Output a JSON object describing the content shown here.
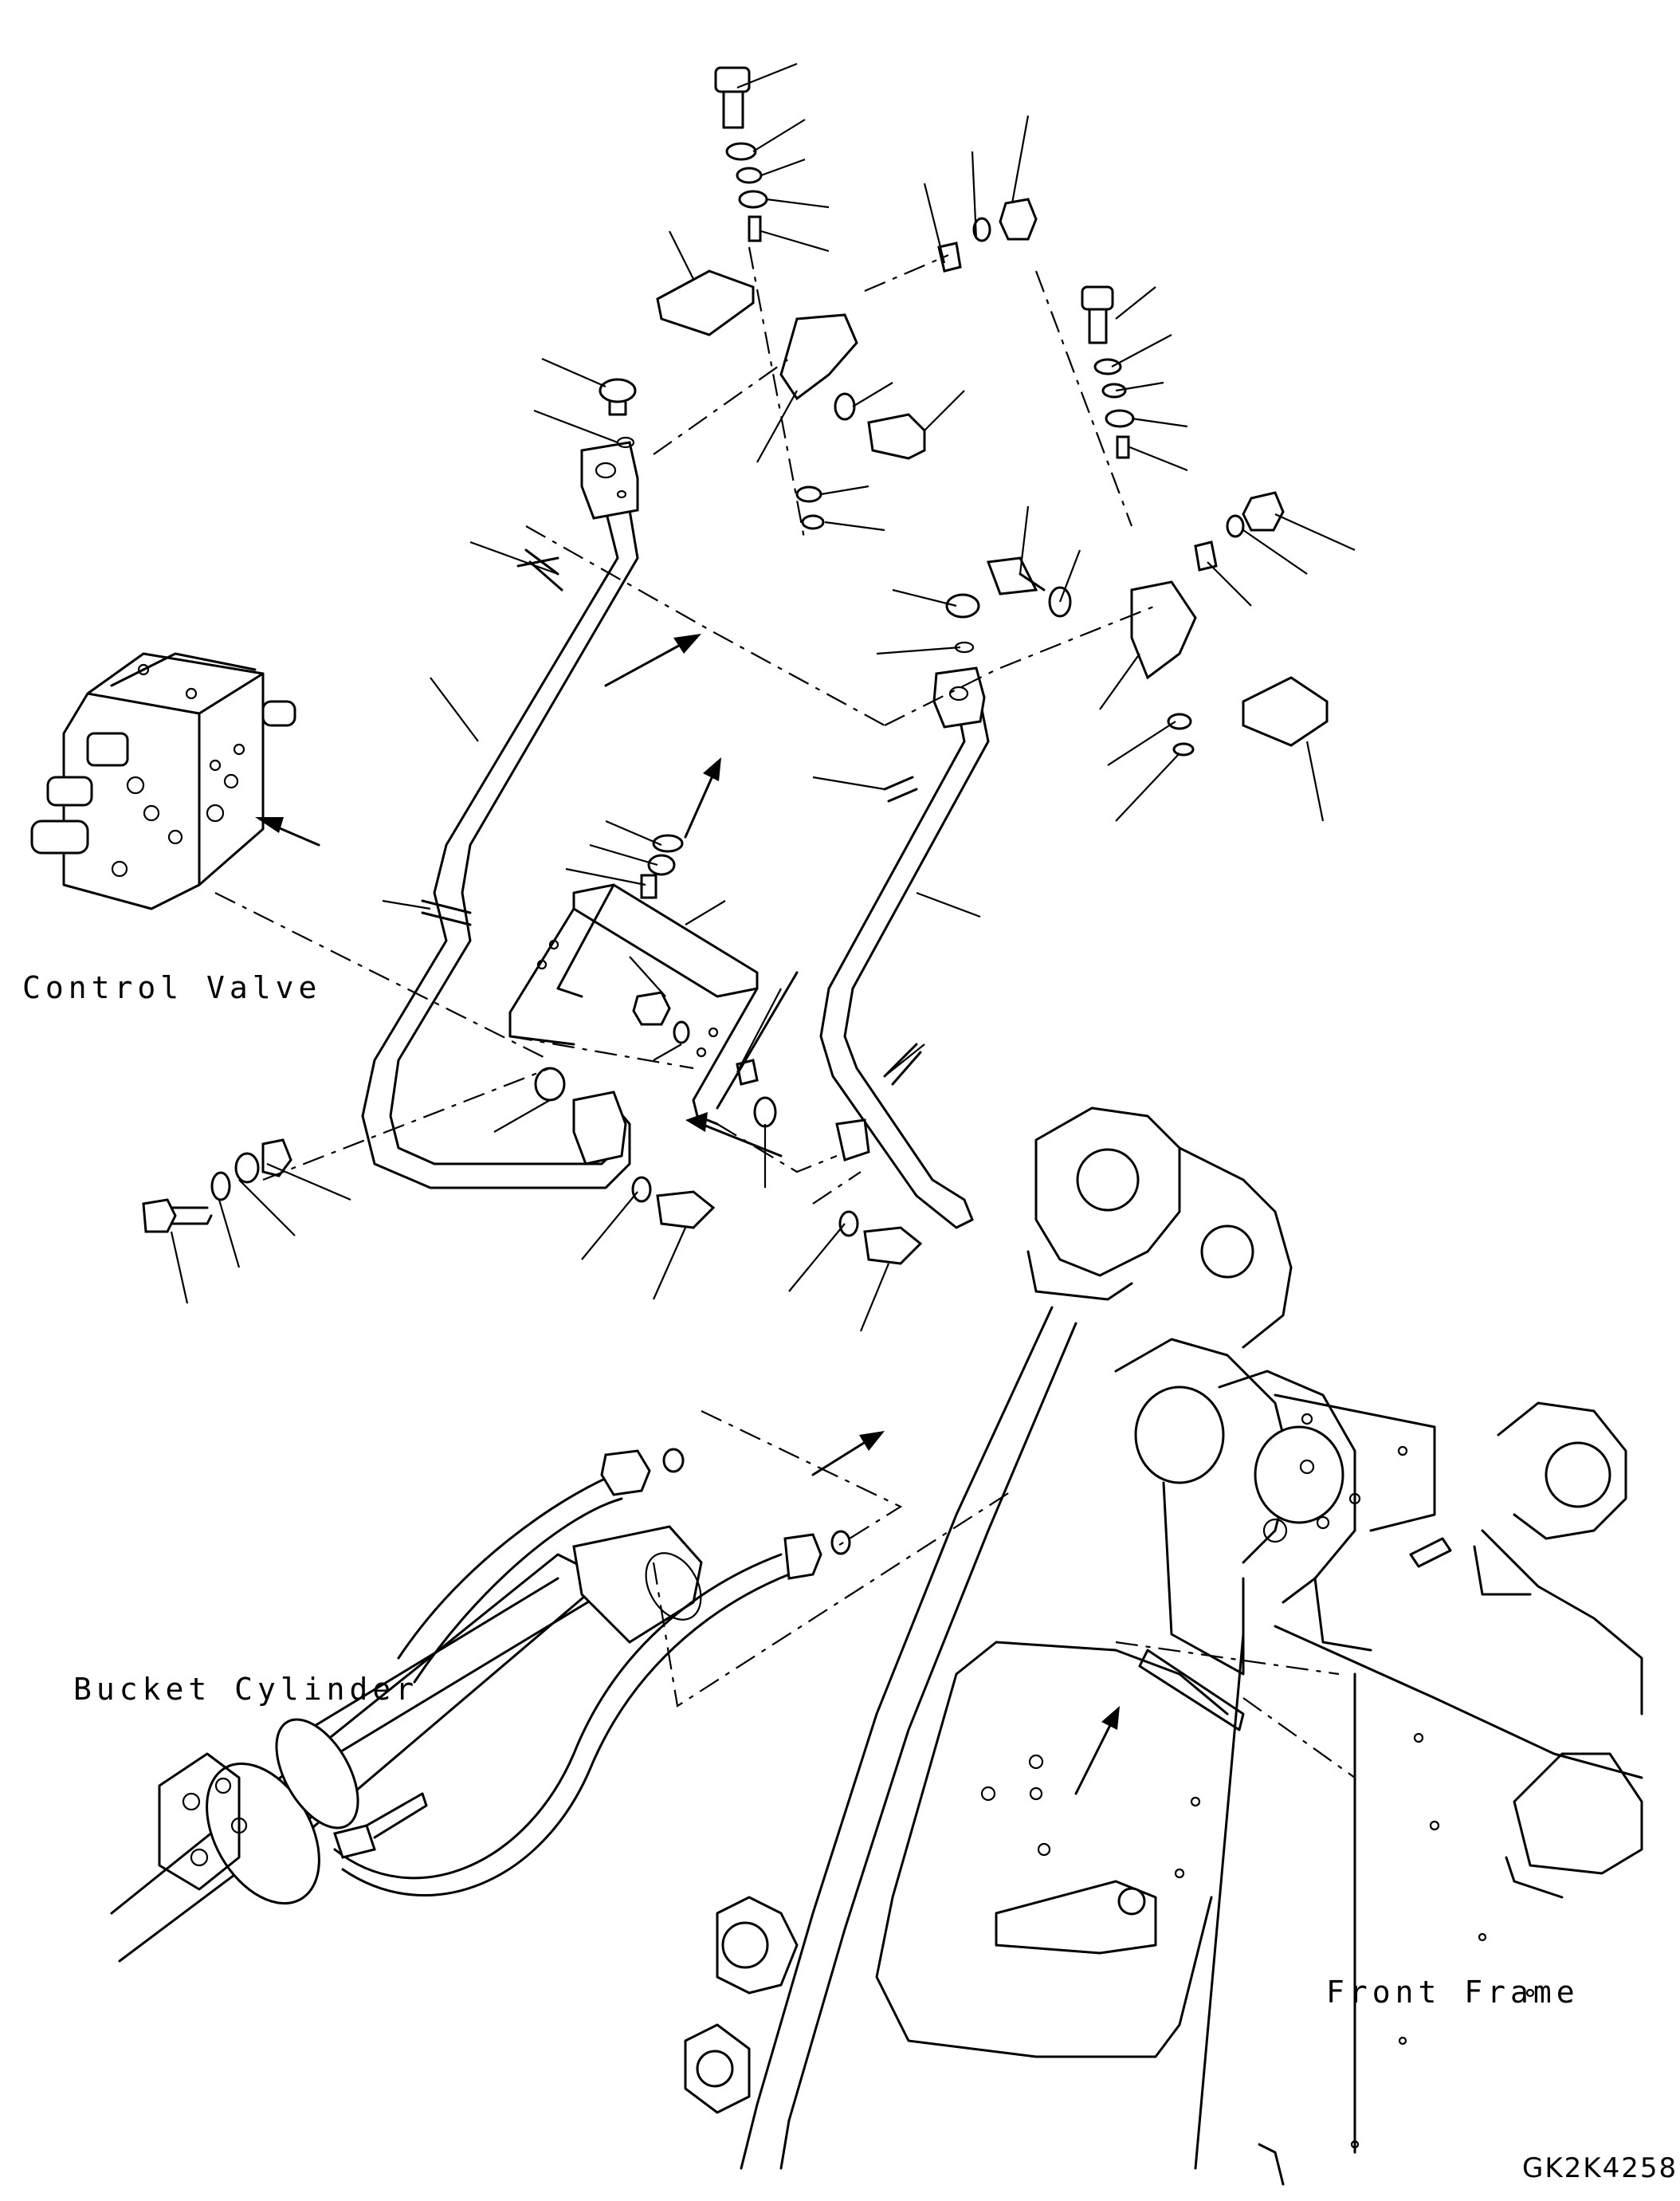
{
  "labels": {
    "control_valve": "Control Valve",
    "bucket_cylinder": "Bucket Cylinder",
    "front_frame": "Front Frame",
    "drawing_code": "GK2K4258"
  }
}
